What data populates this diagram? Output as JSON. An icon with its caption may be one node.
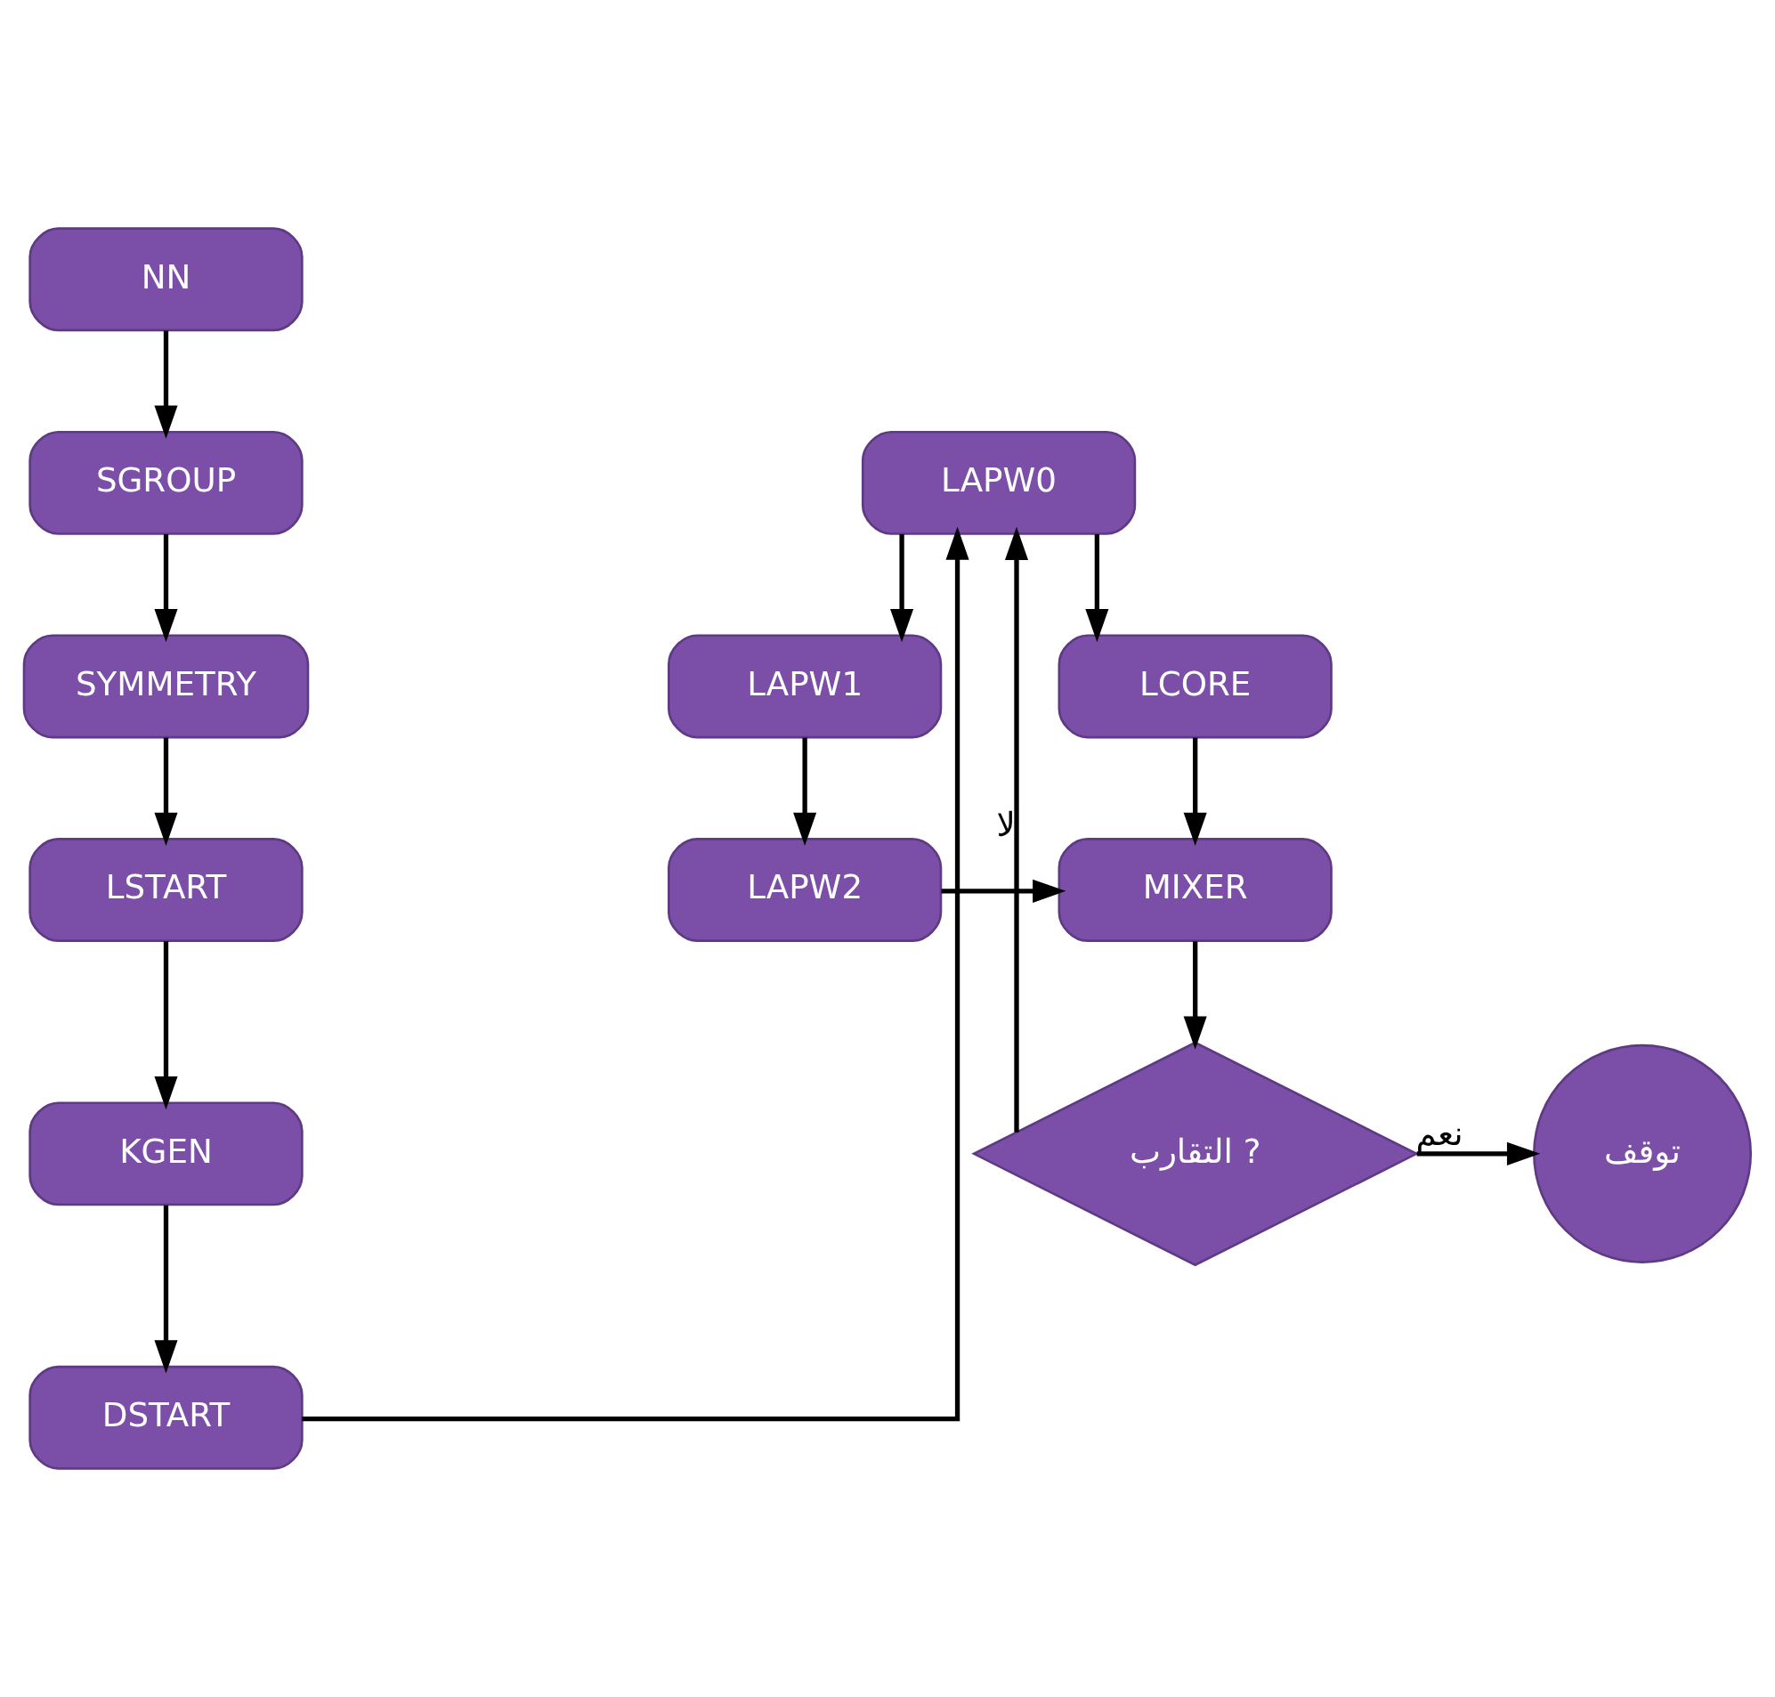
{
  "diagram": {
    "nodes": [
      {
        "text": [
          "NN"
        ]
      },
      {
        "text": [
          "SGROUP"
        ]
      },
      {
        "text": [
          "SYMMETRY"
        ]
      },
      {
        "text": [
          "LSTART"
        ]
      },
      {
        "text": [
          "KGEN"
        ]
      },
      {
        "text": [
          "DSTART"
        ]
      },
      {
        "text": [
          "LAPW0"
        ]
      },
      {
        "text": [
          "LAPW1"
        ]
      },
      {
        "text": [
          "LCORE"
        ]
      },
      {
        "text": [
          "LAPW2"
        ]
      },
      {
        "text": [
          "MIXER"
        ]
      },
      {
        "text": [
          "توقف"
        ]
      },
      {
        "text": [
          "التقارب ?"
        ]
      }
    ],
    "edges": [
      {
        "from": 0,
        "to": 1,
        "arrow": "to"
      },
      {
        "from": 1,
        "to": 2,
        "arrow": "to"
      },
      {
        "from": 2,
        "to": 3,
        "arrow": "to"
      },
      {
        "from": 3,
        "to": 4,
        "arrow": "to"
      },
      {
        "from": 4,
        "to": 5,
        "arrow": "to"
      },
      {
        "from": 5,
        "to": 6,
        "arrow": "to"
      },
      {
        "from": 6,
        "to": 7,
        "arrow": "to"
      },
      {
        "from": 6,
        "to": 8,
        "arrow": "to"
      },
      {
        "from": 7,
        "to": 9,
        "arrow": "to"
      },
      {
        "from": 8,
        "to": 10,
        "arrow": "to"
      },
      {
        "from": 9,
        "to": 10,
        "arrow": "to"
      },
      {
        "from": 10,
        "to": 12,
        "arrow": "to"
      },
      {
        "from": 12,
        "to": 11,
        "arrow": "to",
        "label": "نعم"
      },
      {
        "from": 12,
        "to": 6,
        "arrow": "to",
        "label": "لا"
      }
    ]
  }
}
